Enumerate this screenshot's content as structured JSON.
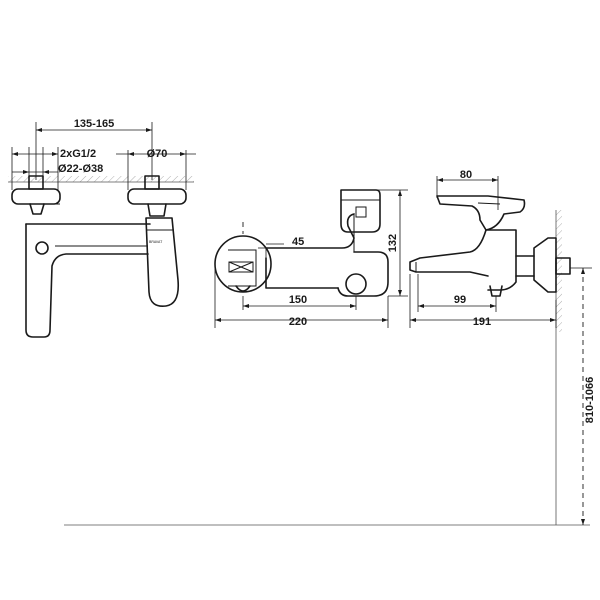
{
  "front_view": {
    "spacing_label": "135-165",
    "thread_label": "2xG1/2",
    "pipe_label": "Ø22-Ø38",
    "flange_label": "Ø70",
    "brand_mark": "BRAVAT"
  },
  "side_view": {
    "height_label": "132",
    "offset_label": "45",
    "inner_label": "150",
    "total_label": "220"
  },
  "top_view": {
    "handle_label": "80",
    "spout_label": "99",
    "depth_label": "191",
    "mount_height_label": "810-1066"
  }
}
